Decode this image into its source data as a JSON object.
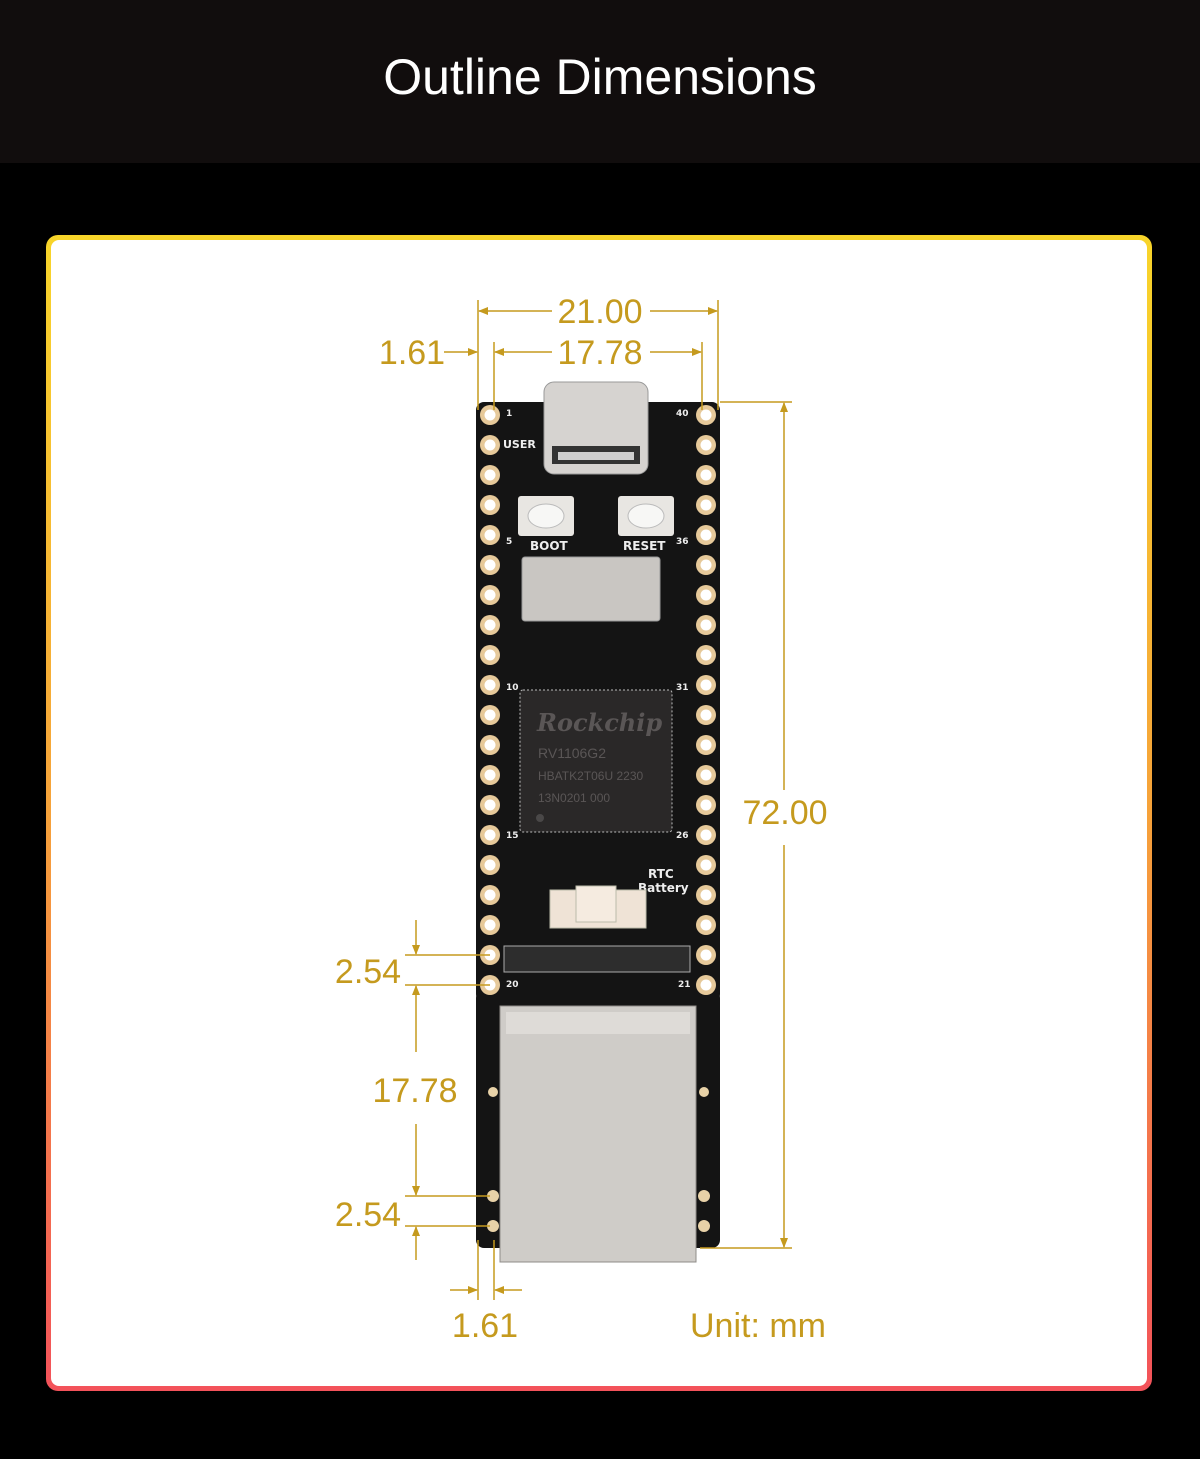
{
  "header": {
    "title": "Outline Dimensions"
  },
  "dimensions": {
    "overall_width": "21.00",
    "pin_row_spacing": "17.78",
    "edge_offset_top": "1.61",
    "overall_length": "72.00",
    "pin_pitch_top": "2.54",
    "pin_span_side": "17.78",
    "pin_pitch_bottom": "2.54",
    "edge_offset_bottom": "1.61",
    "unit": "Unit: mm"
  },
  "board": {
    "silkscreen": {
      "user": "USER",
      "boot": "BOOT",
      "reset": "RESET",
      "rtc": "RTC",
      "battery": "Battery",
      "pin_1": "1",
      "pin_5": "5",
      "pin_10": "10",
      "pin_15": "15",
      "pin_20": "20",
      "pin_21": "21",
      "pin_26": "26",
      "pin_31": "31",
      "pin_36": "36",
      "pin_40": "40"
    },
    "chip": {
      "brand": "Rockchip",
      "model": "RV1106G2",
      "line2": "HBATK2T06U  2230",
      "line3": "13N0201  000"
    }
  },
  "colors": {
    "dimension": "#c59a1e",
    "frame_top": "#f8d52a",
    "frame_bottom": "#f3525a",
    "pcb": "#141414"
  }
}
